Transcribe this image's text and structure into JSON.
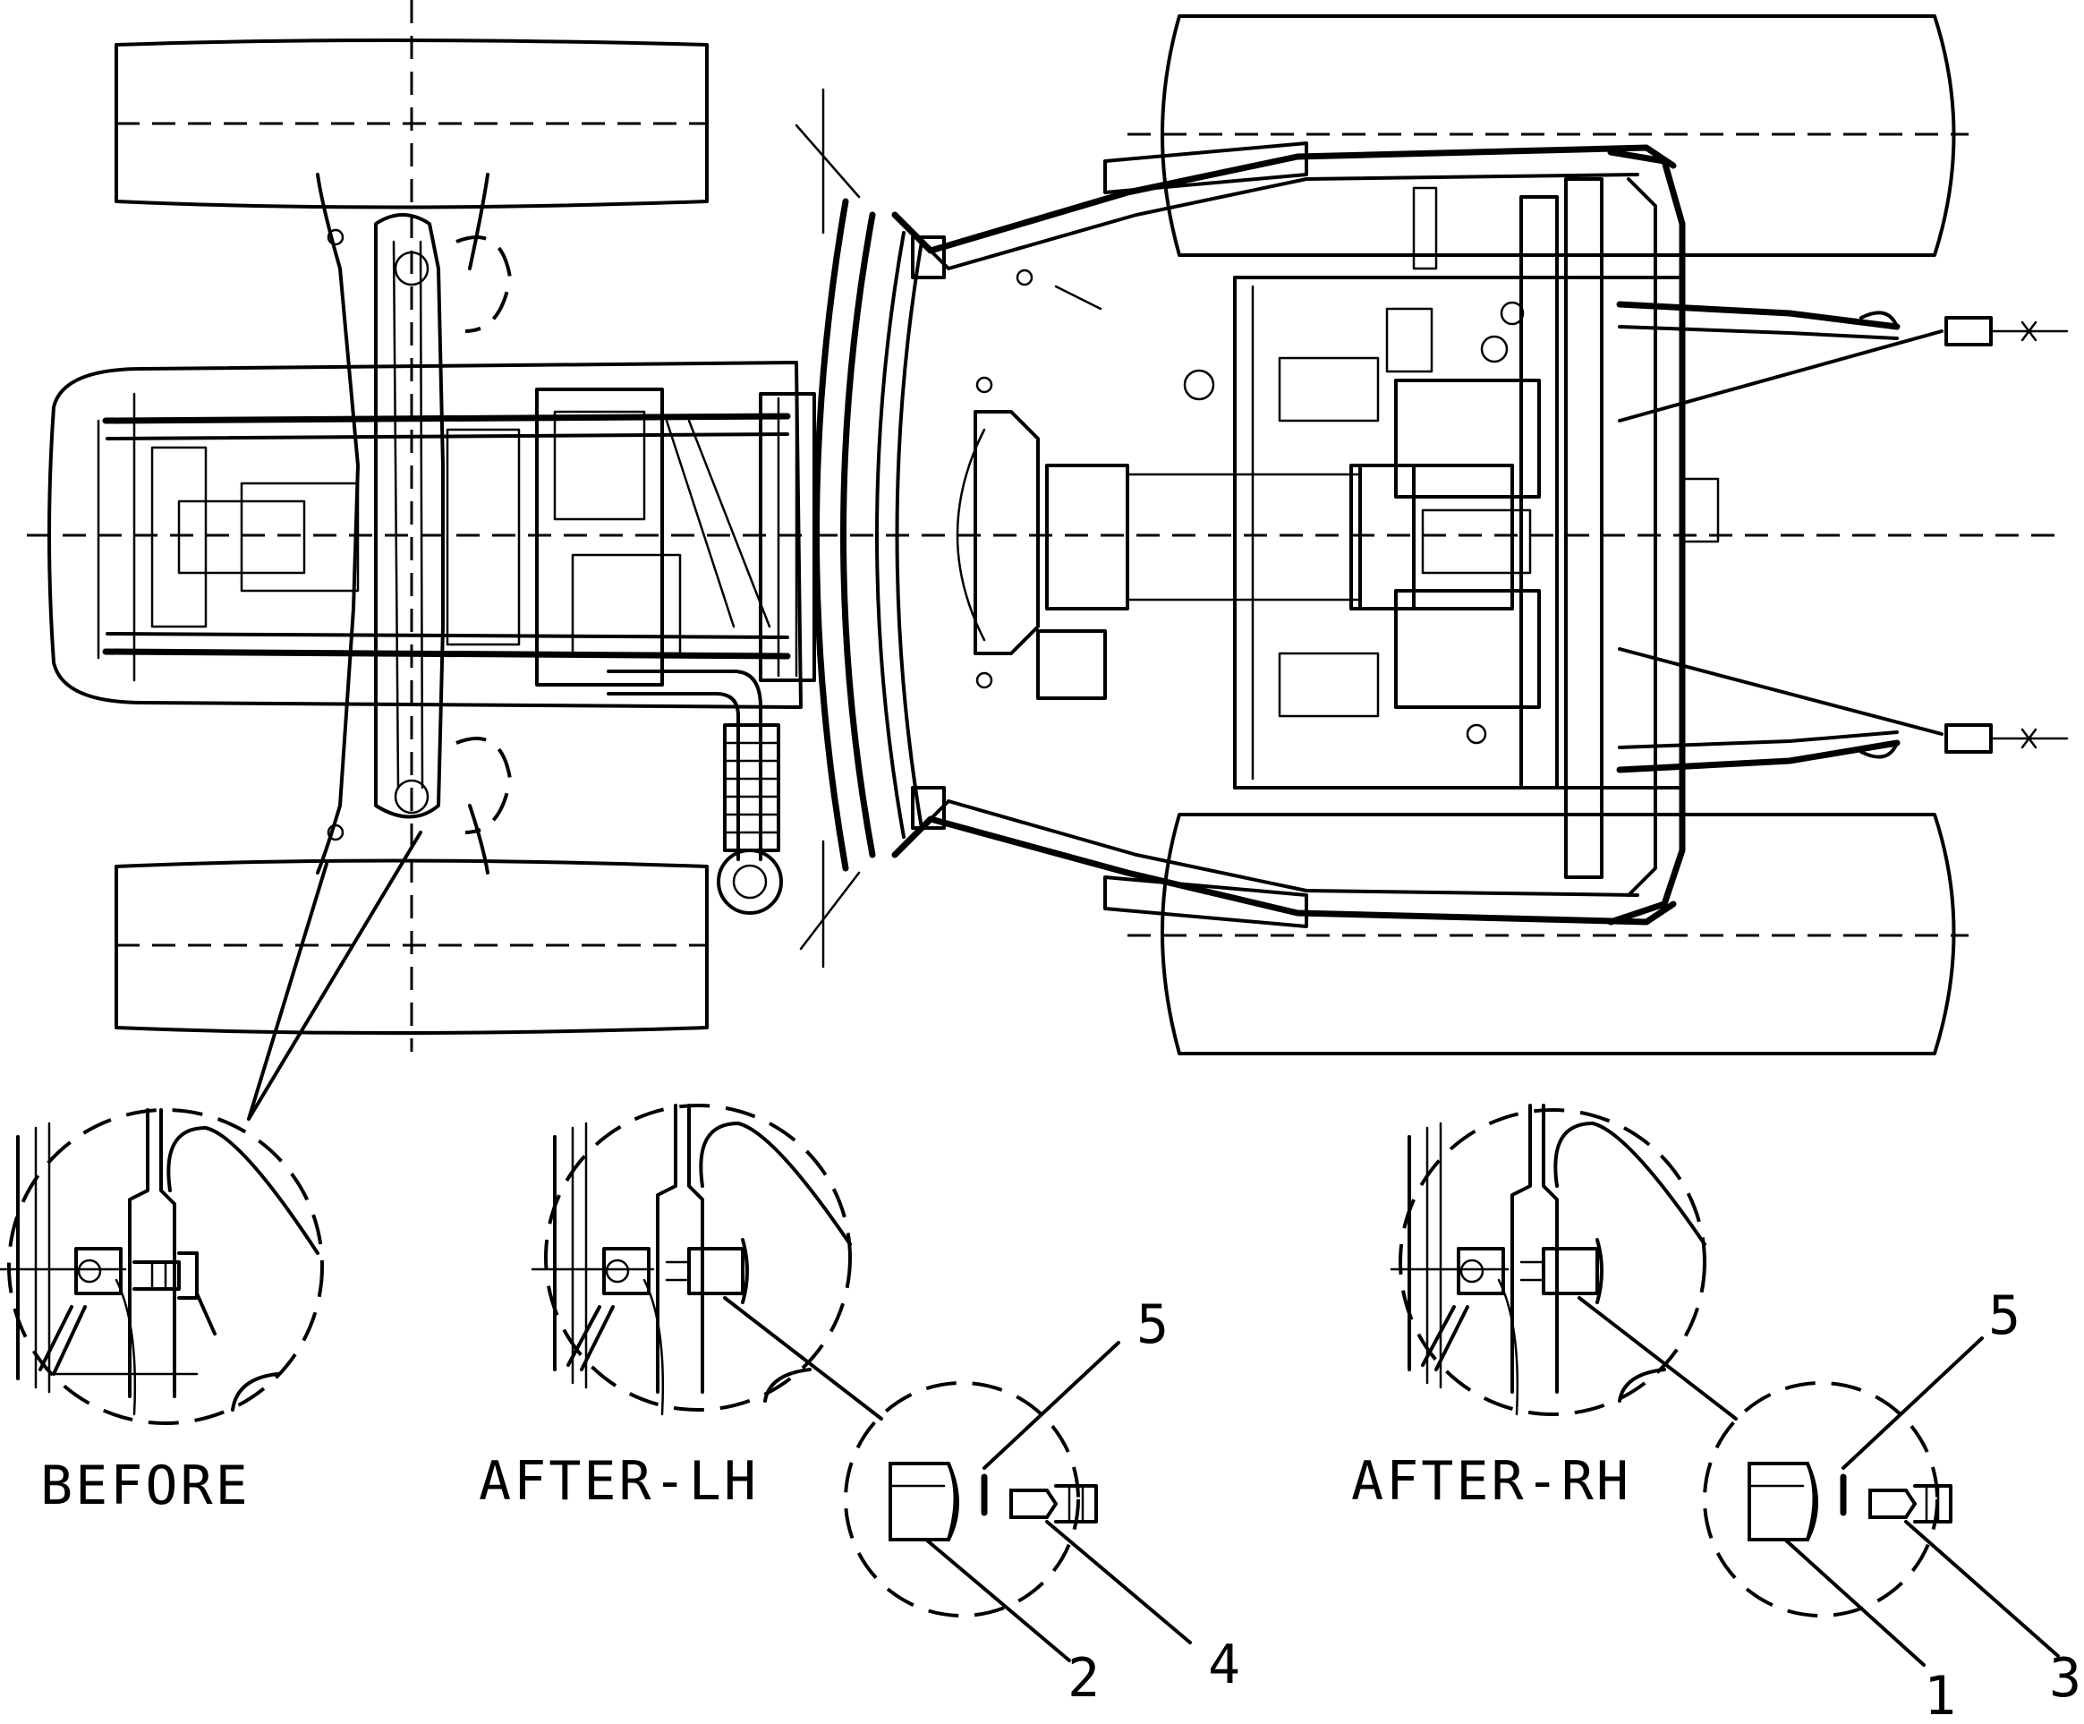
{
  "labels": {
    "before": "BEFORE",
    "after_lh": "AFTER-LH",
    "after_rh": "AFTER-RH"
  },
  "callouts": {
    "lh_top": "5",
    "lh_bottom_left": "2",
    "lh_bottom_right": "4",
    "rh_top": "5",
    "rh_bottom_left": "1",
    "rh_bottom_right": "3"
  }
}
